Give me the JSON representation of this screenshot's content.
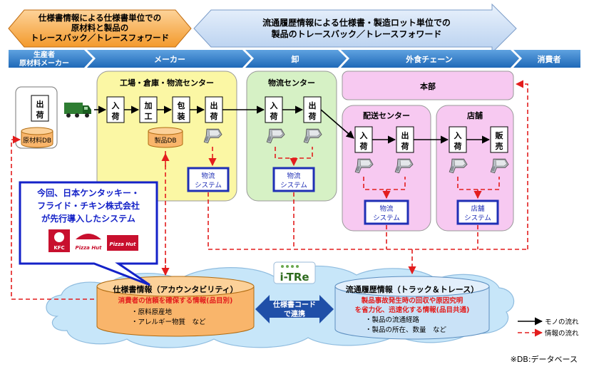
{
  "banners": {
    "spec": {
      "line1": "仕様書情報による仕様書単位での",
      "line2": "原材料と製品の",
      "line3": "トレースバック／トレースフォワード"
    },
    "dist": {
      "line1": "流通履歴情報による仕様書・製造ロット単位での",
      "line2": "製品のトレースバック／トレースフォワード"
    }
  },
  "stages": {
    "producer_line1": "生産者",
    "producer_line2": "原材料メーカー",
    "maker": "メーカー",
    "wholesale": "卸",
    "food": "外食チェーン",
    "consumer": "消費者"
  },
  "boxes": {
    "factory": "工場・倉庫・物流センター",
    "dc": "物流センター",
    "hq": "本部",
    "delivery": "配送センター",
    "store": "店舗"
  },
  "processes": {
    "ship": [
      "出",
      "荷"
    ],
    "receive": [
      "入",
      "荷"
    ],
    "process": [
      "加",
      "工"
    ],
    "pack": [
      "包",
      "装"
    ],
    "sell": [
      "販",
      "売"
    ]
  },
  "databases": {
    "raw": "原材料DB",
    "product": "製品DB"
  },
  "systems": {
    "logistics": [
      "物流",
      "システム"
    ],
    "store": [
      "店舗",
      "システム"
    ]
  },
  "callout": {
    "line1": "今回、日本ケンタッキー・",
    "line2": "フライド・チキン株式会社",
    "line3": "が先行導入したシステム",
    "logos": [
      "KFC",
      "Pizza Hut",
      "Pizza Hut"
    ]
  },
  "itre_logo": "i-TRe",
  "spec_info": {
    "title": "仕様書情報（アカウンタビリティ）",
    "red": "消費者の信頼を確保する情報(品目別)",
    "items": [
      "・原料原産地",
      "・アレルギー物質　など"
    ]
  },
  "link": {
    "line1": "仕様書コード",
    "line2": "で連携"
  },
  "dist_info": {
    "title": "流通履歴情報（トラック＆トレース）",
    "red1": "製品事故発生時の回収や原因究明",
    "red2": "を省力化、迅速化する情報(品目共通)",
    "items": [
      "・製品の流通経路",
      "・製品の所在、数量　など"
    ]
  },
  "legend": {
    "goods": "モノの流れ",
    "info": "情報の流れ"
  },
  "footnote": "※DB:データベース",
  "colors": {
    "stage_bar": "#2a7ac9",
    "banner_orange": "#f6a33c",
    "banner_blue": "#cfe0f5",
    "factory_fill": "#fbf7a4",
    "dc_fill": "#d6f1c5",
    "food_fill": "#f7c9f1",
    "system_blue": "#1f2fb5",
    "info_red": "#e31d1d",
    "callout_blue": "#1422c8",
    "cloud_blue": "#c7e6f9",
    "db_orange": "#f9b56b",
    "db_blue": "#c9e2f7"
  }
}
